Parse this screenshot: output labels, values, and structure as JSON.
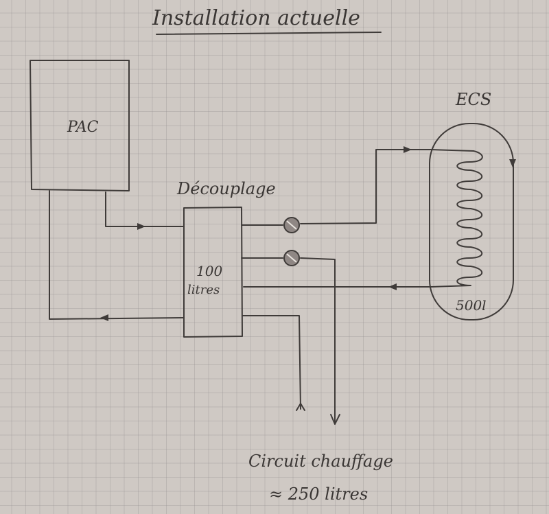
{
  "title": "Installation actuelle",
  "labels": {
    "pac": "PAC",
    "decouplage": "Découplage",
    "tank_volume": "100",
    "tank_unit": "litres",
    "ecs": "ECS",
    "ecs_volume": "500l",
    "circuit_line1": "Circuit chauffage",
    "circuit_line2": "≈ 250 litres"
  },
  "colors": {
    "ink": "#3f3b39",
    "paper": "#cfc9c4",
    "grid": "#96918f"
  }
}
